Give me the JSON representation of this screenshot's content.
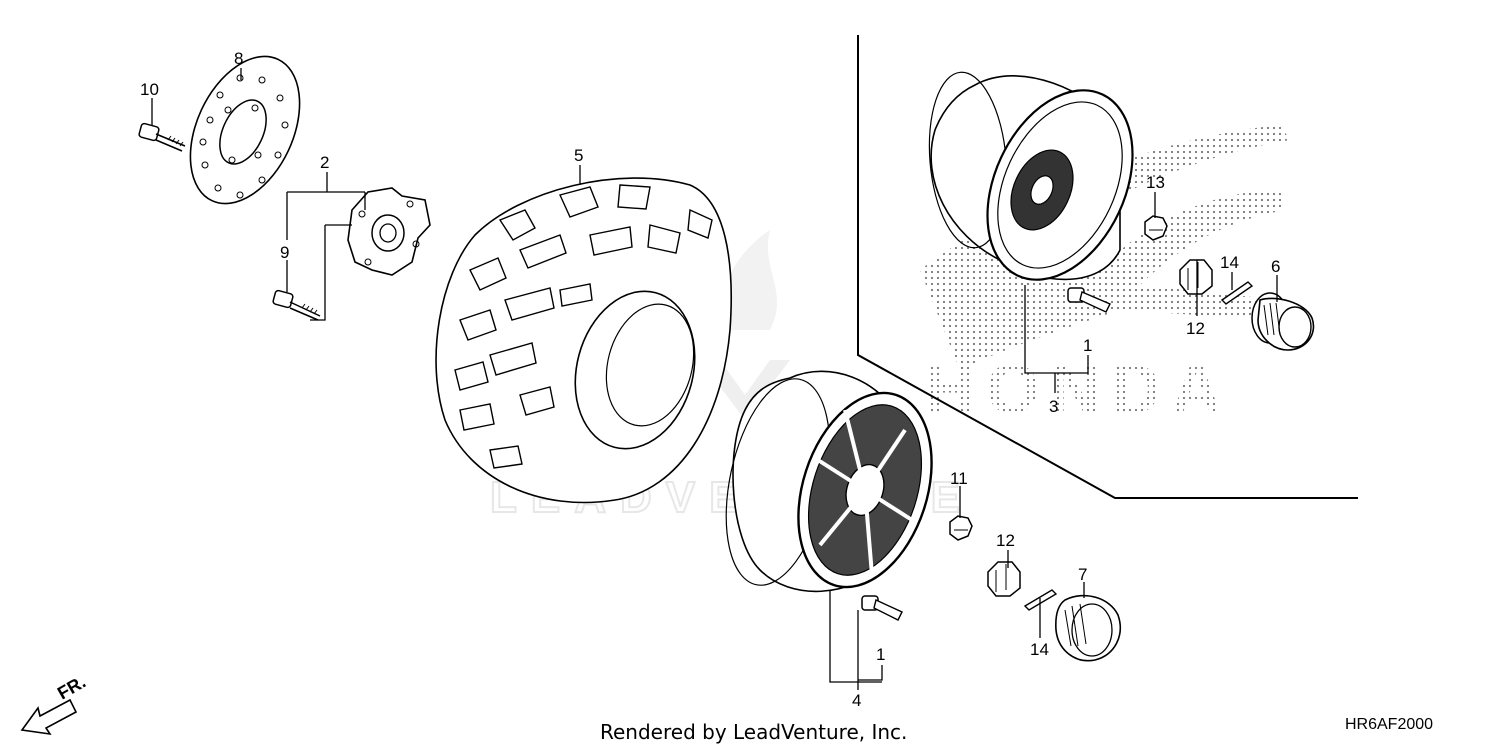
{
  "callouts": {
    "c1a": "1",
    "c1b": "1",
    "c2": "2",
    "c3": "3",
    "c4": "4",
    "c5": "5",
    "c6": "6",
    "c7": "7",
    "c8": "8",
    "c9": "9",
    "c10": "10",
    "c11": "11",
    "c12a": "12",
    "c12b": "12",
    "c13": "13",
    "c14a": "14",
    "c14b": "14"
  },
  "brand_text": "HONDA",
  "watermark_text": "LEADVENTURE",
  "direction_label": "FR.",
  "footer": "Rendered by LeadVenture, Inc.",
  "diagram_code": "HR6AF2000",
  "colors": {
    "line": "#000000",
    "dotted_pattern": "#777777",
    "watermark": "#e5e5e5"
  }
}
